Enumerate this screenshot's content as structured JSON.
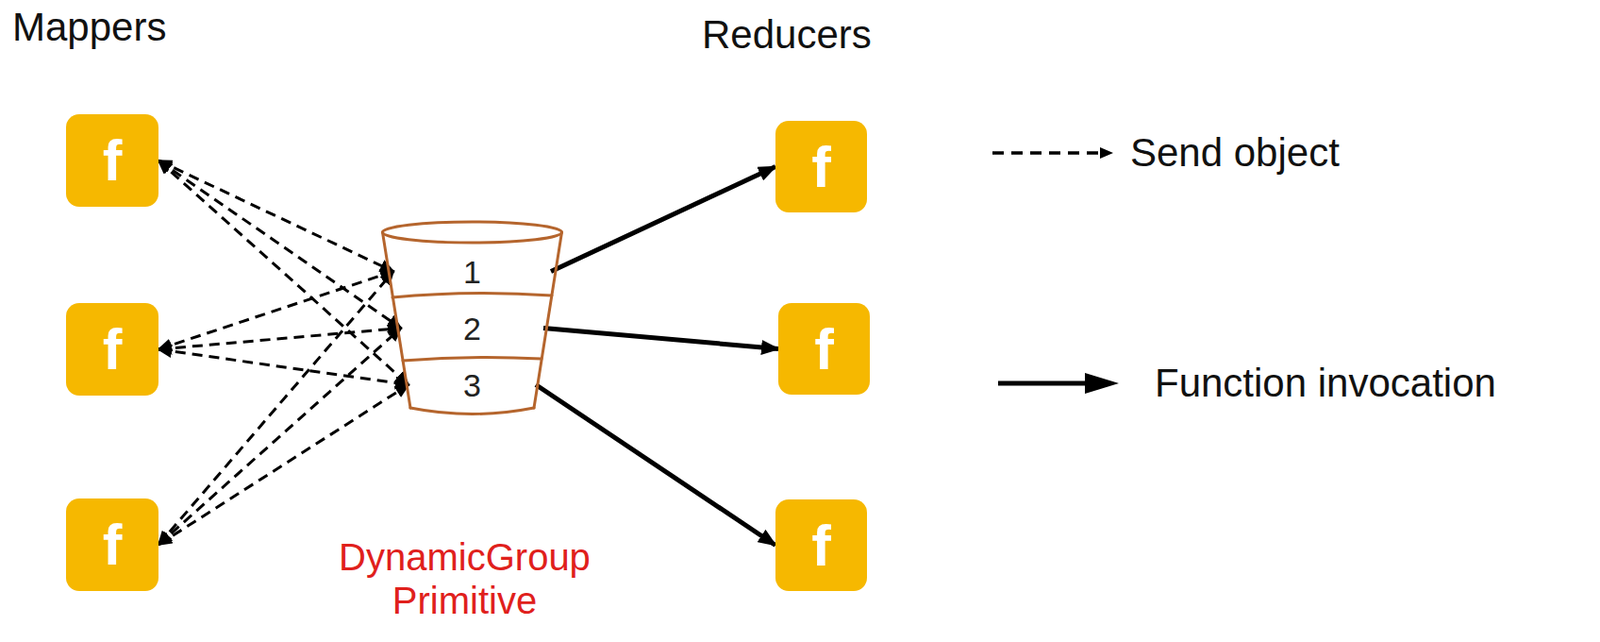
{
  "diagram": {
    "nodes": [
      {
        "text": [
          "f"
        ]
      },
      {
        "text": [
          "f"
        ]
      },
      {
        "text": [
          "f"
        ]
      },
      {
        "text": [
          "DynamicGroup Primitive"
        ]
      },
      {
        "text": [
          "1"
        ],
        "in": 3
      },
      {
        "text": [
          "2"
        ],
        "in": 3
      },
      {
        "text": [
          "3"
        ],
        "in": 3
      },
      {
        "text": [
          "f"
        ]
      },
      {
        "text": [
          "f"
        ]
      },
      {
        "text": [
          "f"
        ]
      }
    ],
    "edges": [
      {
        "from": 0,
        "to": 4,
        "arrow": "both"
      },
      {
        "from": 0,
        "to": 5,
        "arrow": "both"
      },
      {
        "from": 0,
        "to": 6,
        "arrow": "both"
      },
      {
        "from": 1,
        "to": 4,
        "arrow": "both"
      },
      {
        "from": 1,
        "to": 5,
        "arrow": "both"
      },
      {
        "from": 1,
        "to": 6,
        "arrow": "both"
      },
      {
        "from": 2,
        "to": 4,
        "arrow": "both"
      },
      {
        "from": 2,
        "to": 5,
        "arrow": "both"
      },
      {
        "from": 2,
        "to": 6,
        "arrow": "both"
      },
      {
        "from": 4,
        "to": 7,
        "arrow": "to"
      },
      {
        "from": 5,
        "to": 8,
        "arrow": "to"
      },
      {
        "from": 6,
        "to": 9,
        "arrow": "to"
      }
    ],
    "labels": [
      "Mappers",
      "Reducers"
    ],
    "legend": [
      {
        "text": "Send object"
      },
      {
        "text": "Function invocation"
      }
    ]
  }
}
